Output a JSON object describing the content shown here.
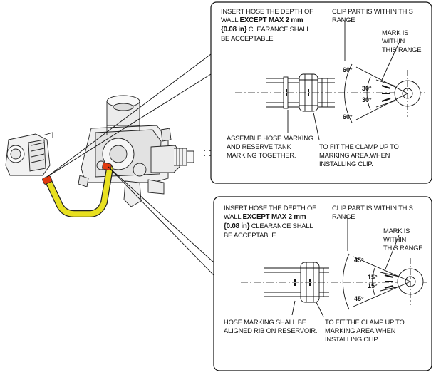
{
  "top_panel": {
    "insert_note": {
      "line1": "INSERT HOSE THE DEPTH OF",
      "line2_prefix": "WALL ",
      "line2_bold": "EXCEPT MAX 2 mm",
      "line3_bold": "{0.08 in}",
      "line3_rest": " CLEARANCE SHALL",
      "line4": "BE ACCEPTABLE."
    },
    "clip_note": {
      "line1": "CLIP PART IS WITHIN THIS",
      "line2": "RANGE"
    },
    "mark_note": {
      "line1": "MARK IS WITHIN",
      "line2": "THIS RANGE"
    },
    "angles": {
      "outer_top": "60°",
      "inner_top": "30°",
      "inner_bottom": "30°",
      "outer_bottom": "60°"
    },
    "assemble_note": {
      "line1": "ASSEMBLE HOSE MARKING",
      "line2": "AND RESERVE TANK",
      "line3": "MARKING TOGETHER."
    },
    "clamp_note": {
      "line1": "TO FIT THE CLAMP UP TO",
      "line2": "MARKING AREA.WHEN",
      "line3": "INSTALLING CLIP."
    }
  },
  "bottom_panel": {
    "insert_note": {
      "line1": "INSERT HOSE THE DEPTH OF",
      "line2_prefix": "WALL ",
      "line2_bold": "EXCEPT MAX 2 mm",
      "line3_bold": "{0.08 in}",
      "line3_rest": " CLEARANCE SHALL",
      "line4": "BE ACCEPTABLE."
    },
    "clip_note": {
      "line1": "CLIP PART IS WITHIN THIS",
      "line2": "RANGE"
    },
    "mark_note": {
      "line1": "MARK IS WITHIN",
      "line2": "THIS RANGE"
    },
    "angles": {
      "outer_top": "45°",
      "inner_top": "15°",
      "inner_bottom": "15°",
      "outer_bottom": "45°"
    },
    "hose_note": {
      "line1": "HOSE MARKING SHALL BE",
      "line2": "ALIGNED RIB ON RESERVOIR."
    },
    "clamp_note": {
      "line1": "TO FIT THE CLAMP UP TO",
      "line2": "MARKING AREA.WHEN",
      "line3": "INSTALLING CLIP."
    }
  },
  "colors": {
    "hose": "#e8e020",
    "clip": "#e03a10",
    "line": "#111111"
  }
}
